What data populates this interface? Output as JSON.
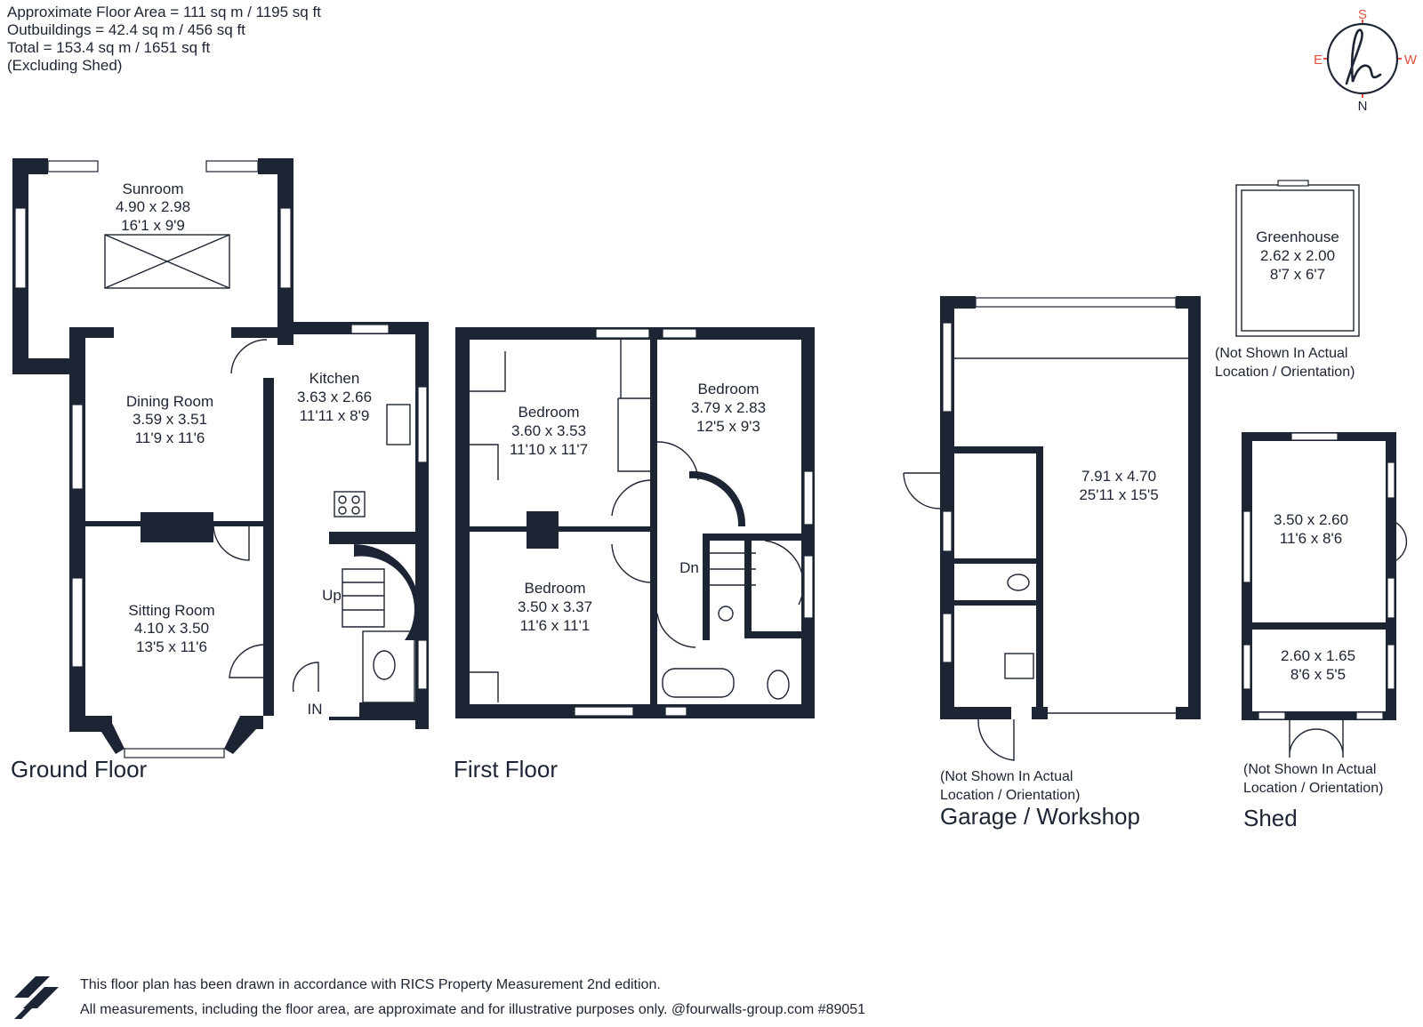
{
  "header": {
    "floor_area": "Approximate Floor Area = 111 sq m / 1195 sq ft",
    "outbuildings": "Outbuildings = 42.4 sq m / 456 sq ft",
    "total": "Total = 153.4 sq m / 1651 sq ft",
    "note": "(Excluding Shed)"
  },
  "compass": {
    "s": "S",
    "e": "E",
    "w": "W",
    "n": "N",
    "logo": "h",
    "accent": "#e0523f"
  },
  "ground_floor": {
    "title": "Ground Floor",
    "sunroom": {
      "name": "Sunroom",
      "metric": "4.90 x 2.98",
      "imperial": "16'1 x 9'9"
    },
    "dining": {
      "name": "Dining Room",
      "metric": "3.59 x 3.51",
      "imperial": "11'9 x 11'6"
    },
    "kitchen": {
      "name": "Kitchen",
      "metric": "3.63 x 2.66",
      "imperial": "11'11 x 8'9"
    },
    "sitting": {
      "name": "Sitting Room",
      "metric": "4.10 x 3.50",
      "imperial": "13'5 x 11'6"
    },
    "up": "Up",
    "in": "IN"
  },
  "first_floor": {
    "title": "First Floor",
    "bed1": {
      "name": "Bedroom",
      "metric": "3.60 x 3.53",
      "imperial": "11'10 x 11'7"
    },
    "bed2": {
      "name": "Bedroom",
      "metric": "3.79 x 2.83",
      "imperial": "12'5 x 9'3"
    },
    "bed3": {
      "name": "Bedroom",
      "metric": "3.50 x 3.37",
      "imperial": "11'6 x 11'1"
    },
    "dn": "Dn"
  },
  "garage": {
    "title": "Garage / Workshop",
    "metric": "7.91 x 4.70",
    "imperial": "25'11 x 15'5",
    "note1": "(Not Shown In Actual",
    "note2": "Location / Orientation)"
  },
  "greenhouse": {
    "name": "Greenhouse",
    "metric": "2.62 x 2.00",
    "imperial": "8'7 x 6'7",
    "note1": "(Not Shown In Actual",
    "note2": "Location / Orientation)"
  },
  "shed": {
    "title": "Shed",
    "room1": {
      "metric": "3.50 x 2.60",
      "imperial": "11'6 x 8'6"
    },
    "room2": {
      "metric": "2.60 x 1.65",
      "imperial": "8'6 x 5'5"
    },
    "note1": "(Not Shown In Actual",
    "note2": "Location / Orientation)"
  },
  "footer": {
    "line1": "This floor plan has been drawn in accordance with RICS Property Measurement 2nd edition.",
    "line2": "All measurements, including the floor area, are approximate and for illustrative purposes only. @fourwalls-group.com #89051"
  },
  "colors": {
    "ink": "#1d2433",
    "paper": "#ffffff"
  }
}
